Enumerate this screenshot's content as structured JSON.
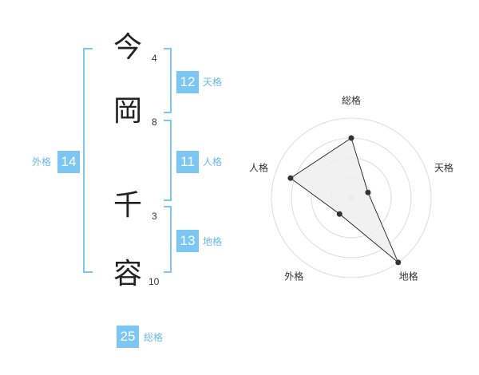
{
  "name": {
    "chars": [
      {
        "char": "今",
        "strokes": "4"
      },
      {
        "char": "岡",
        "strokes": "8"
      },
      {
        "char": "千",
        "strokes": "3"
      },
      {
        "char": "容",
        "strokes": "10"
      }
    ]
  },
  "fortunes": {
    "tenkaku": {
      "value": "12",
      "label": "天格"
    },
    "jinkaku": {
      "value": "11",
      "label": "人格"
    },
    "chikaku": {
      "value": "13",
      "label": "地格"
    },
    "gaikaku": {
      "value": "14",
      "label": "外格"
    },
    "soukaku": {
      "value": "25",
      "label": "総格"
    }
  },
  "colors": {
    "accent": "#7cc6f4",
    "accent_text": "#69b9ec",
    "polygon_fill": "#eeeeee"
  },
  "chart_data": {
    "type": "radar",
    "axes": [
      "総格",
      "天格",
      "地格",
      "外格",
      "人格"
    ],
    "values": [
      0.75,
      0.22,
      1.0,
      0.25,
      0.8
    ],
    "rings": 4,
    "grid": true
  }
}
